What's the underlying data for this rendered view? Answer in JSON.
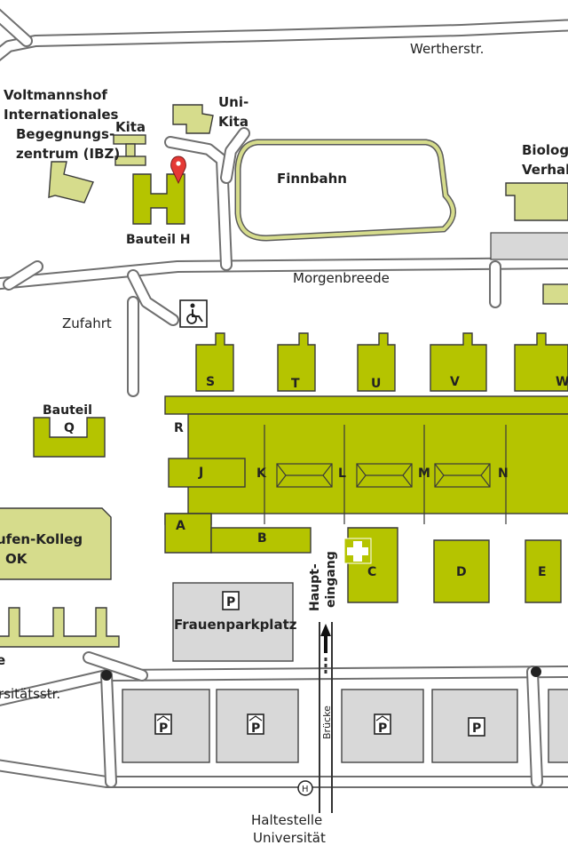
{
  "streets": {
    "werther": "Werther­str.",
    "morgenbreede": "Morgenbreede",
    "zufahrt": "Zufahrt",
    "universitaet": "rsitätsstr.",
    "bruecke": "Brücke"
  },
  "places": {
    "voltmannshof": [
      "Voltmannshof",
      "Internationales",
      "Begegnungs-",
      "zentrum (IBZ)"
    ],
    "kita": "Kita",
    "unikita": [
      "Uni-",
      "Kita"
    ],
    "finnbahn": "Finnbahn",
    "bauteil_h": "Bauteil H",
    "biolog": [
      "Biolog",
      "Verhal"
    ],
    "bauteil_q": [
      "Bauteil",
      "Q"
    ],
    "kolleg": [
      "ufen-Kolleg",
      "OK"
    ],
    "frauenparkplatz": "Frauenparkplatz",
    "haupteingang": [
      "Haupt-",
      "eingang"
    ],
    "haltestelle": [
      "Haltestelle",
      "Universität"
    ],
    "cut_e": "e"
  },
  "buildings": {
    "s": "S",
    "t": "T",
    "u": "U",
    "v": "V",
    "w": "W",
    "r": "R",
    "j": "J",
    "k": "K",
    "l": "L",
    "m": "M",
    "n": "N",
    "a": "A",
    "b": "B",
    "c": "C",
    "d": "D",
    "e": "E"
  },
  "signs": {
    "parking": "P",
    "bus": "H"
  },
  "icons": [
    "map-pin-icon",
    "wheelchair-icon",
    "first-aid-cross-icon",
    "parking-garage-icon",
    "parking-icon",
    "bus-stop-icon",
    "entrance-arrow-icon"
  ],
  "colors": {
    "building": "#b5c400",
    "building_light": "#d6dc8c",
    "parking": "#d8d8d8",
    "road_edge": "#6f6f6f",
    "pin": "#e53935"
  }
}
